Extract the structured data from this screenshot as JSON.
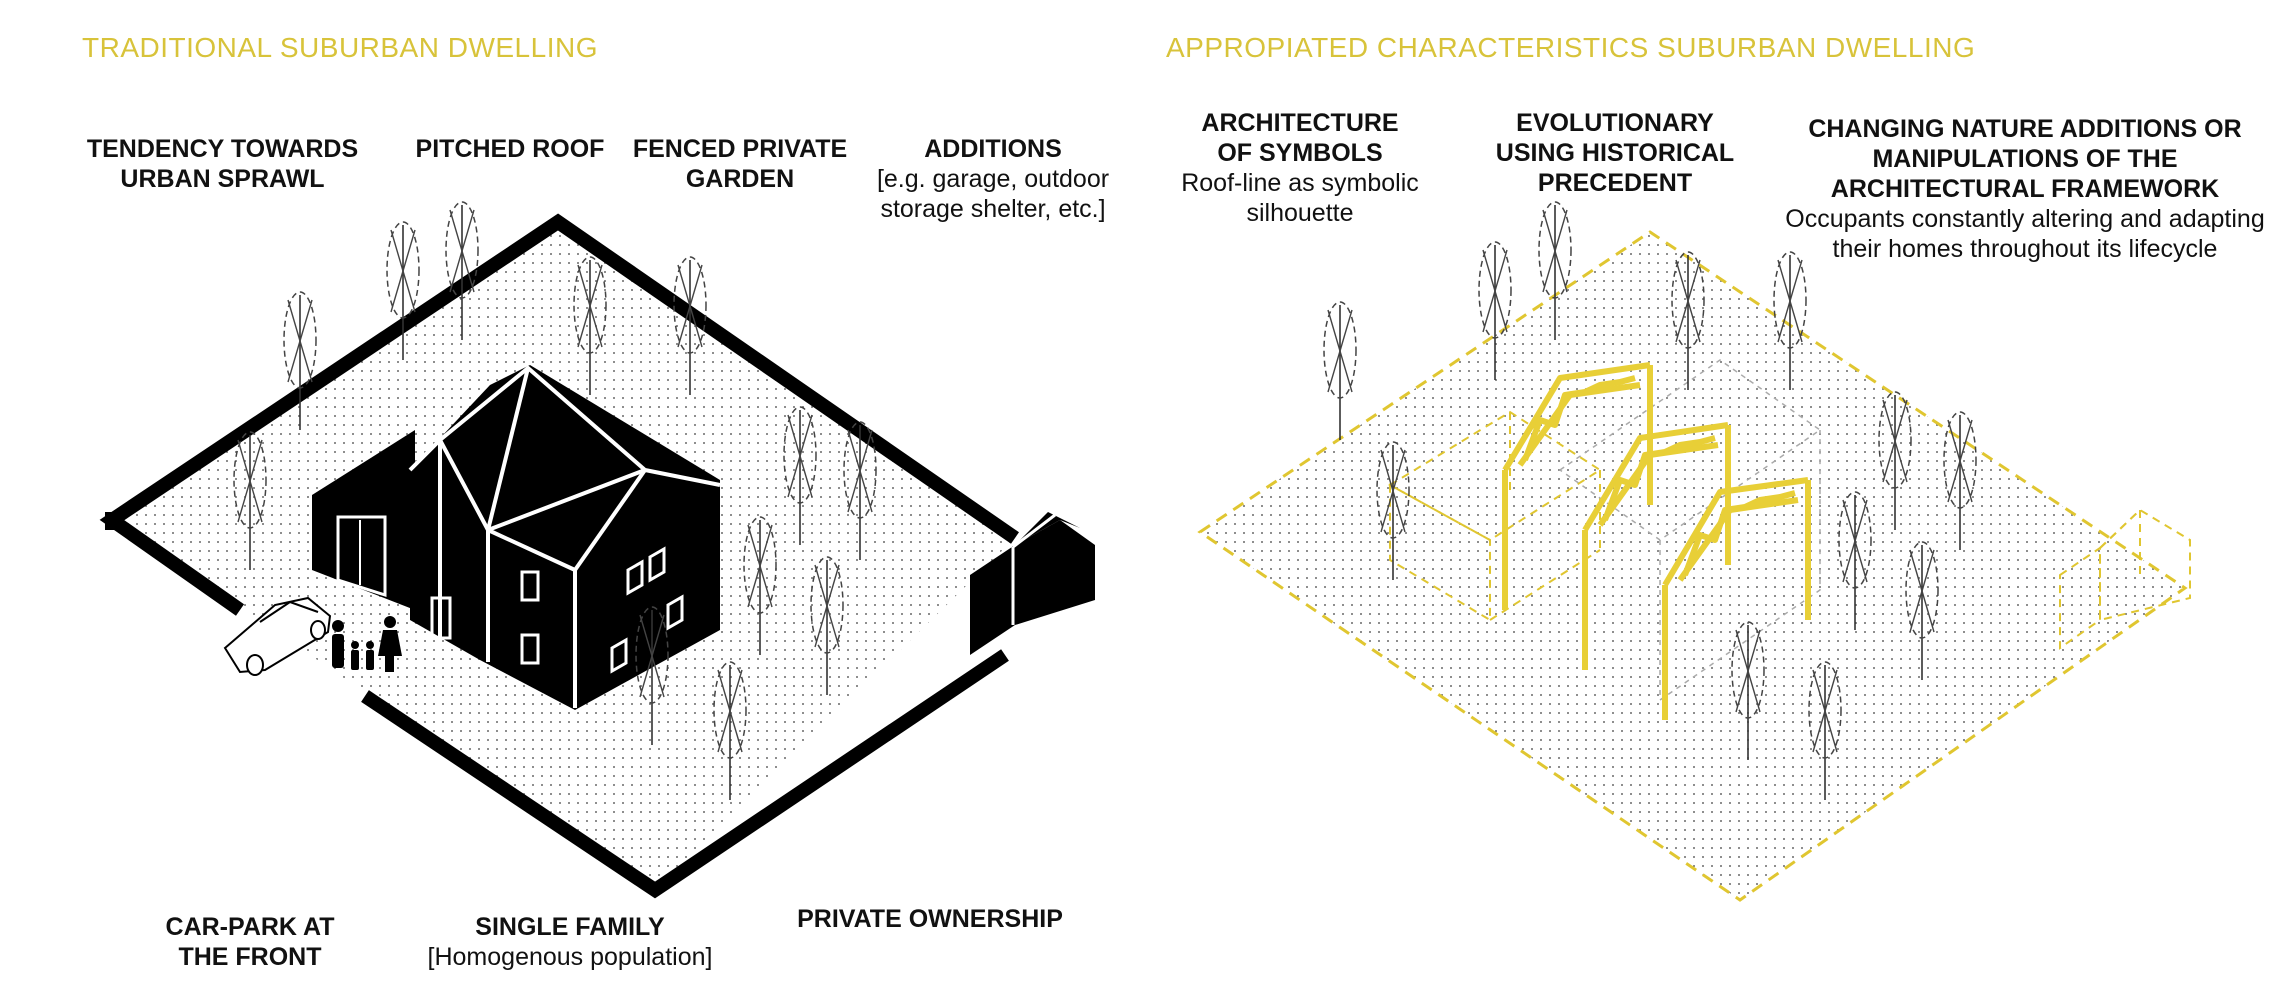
{
  "colors": {
    "accent": "#d8c33a",
    "ink": "#000000",
    "yellow": "#e8cf37"
  },
  "left_panel": {
    "title": "TRADITIONAL SUBURBAN DWELLING",
    "labels": {
      "sprawl": {
        "heading": "TENDENCY TOWARDS URBAN SPRAWL",
        "line1": "TENDENCY TOWARDS",
        "line2": "URBAN SPRAWL"
      },
      "roof": {
        "heading": "PITCHED ROOF"
      },
      "garden": {
        "heading": "FENCED PRIVATE GARDEN",
        "line1": "FENCED PRIVATE",
        "line2": "GARDEN"
      },
      "additions": {
        "heading": "ADDITIONS",
        "sub1": "[e.g. garage, outdoor",
        "sub2": "storage shelter, etc.]"
      },
      "carpark": {
        "line1": "CAR-PARK AT",
        "line2": "THE FRONT"
      },
      "family": {
        "heading": "SINGLE FAMILY",
        "sub": "[Homogenous population]"
      },
      "ownership": {
        "heading": "PRIVATE OWNERSHIP"
      }
    }
  },
  "right_panel": {
    "title": "APPROPIATED CHARACTERISTICS SUBURBAN DWELLING",
    "labels": {
      "symbols": {
        "line1": "ARCHITECTURE",
        "line2": "OF SYMBOLS",
        "sub1": "Roof-line as symbolic",
        "sub2": "silhouette"
      },
      "evolutionary": {
        "line1": "EVOLUTIONARY",
        "line2": "USING HISTORICAL",
        "line3": "PRECEDENT"
      },
      "changing": {
        "line1": "CHANGING NATURE ADDITIONS OR",
        "line2": "MANIPULATIONS  OF THE",
        "line3": "ARCHITECTURAL FRAMEWORK",
        "sub1": "Occupants constantly altering and adapting",
        "sub2": "their homes throughout its lifecycle"
      }
    }
  }
}
